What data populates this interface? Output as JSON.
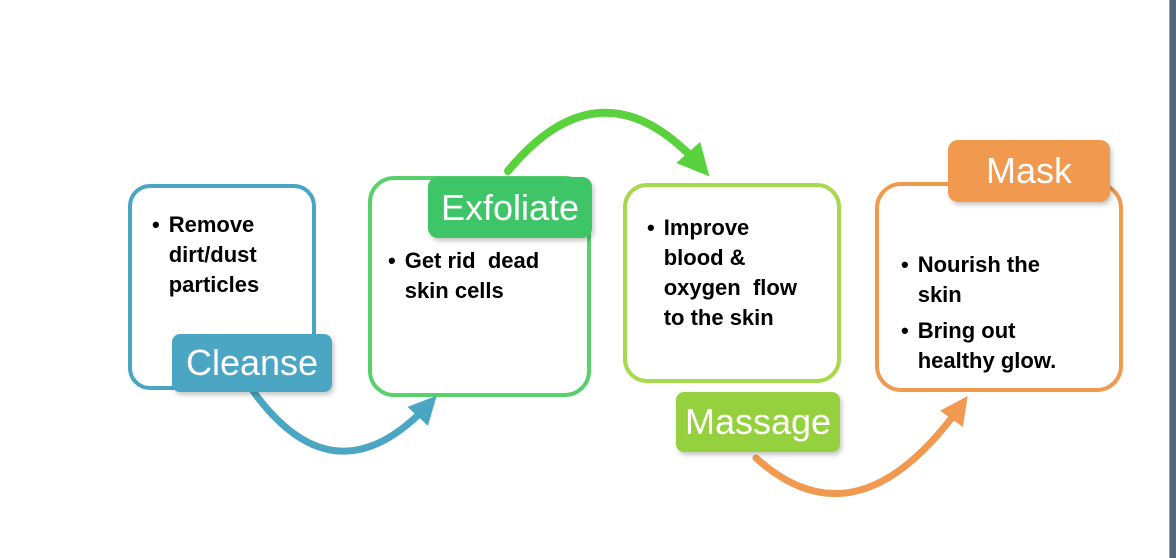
{
  "canvas": {
    "background": "#ffffff",
    "right_edge_strip_color": "#54647c"
  },
  "bullet_char": "•",
  "steps": [
    {
      "label": "Cleanse",
      "label_color": "#4ba6c4",
      "border_color": "#48a5c3",
      "bullets": [
        "Remove\ndirt/dust\nparticles"
      ]
    },
    {
      "label": "Exfoliate",
      "label_color": "#3ec568",
      "border_color": "#58d16c",
      "bullets": [
        "Get rid  dead\nskin cells"
      ]
    },
    {
      "label": "Massage",
      "label_color": "#95d13e",
      "border_color": "#a6d94c",
      "bullets": [
        "Improve\nblood &\noxygen  flow\nto the skin"
      ]
    },
    {
      "label": "Mask",
      "label_color": "#f0994f",
      "border_color": "#f0994f",
      "bullets": [
        "Nourish the\nskin",
        "Bring out\nhealthy glow."
      ]
    }
  ],
  "arrows": [
    {
      "name": "cleanse-to-exfoliate",
      "color": "#4ba6c4"
    },
    {
      "name": "exfoliate-to-massage",
      "color": "#5ad23e"
    },
    {
      "name": "massage-to-mask",
      "color": "#f0994f"
    }
  ]
}
